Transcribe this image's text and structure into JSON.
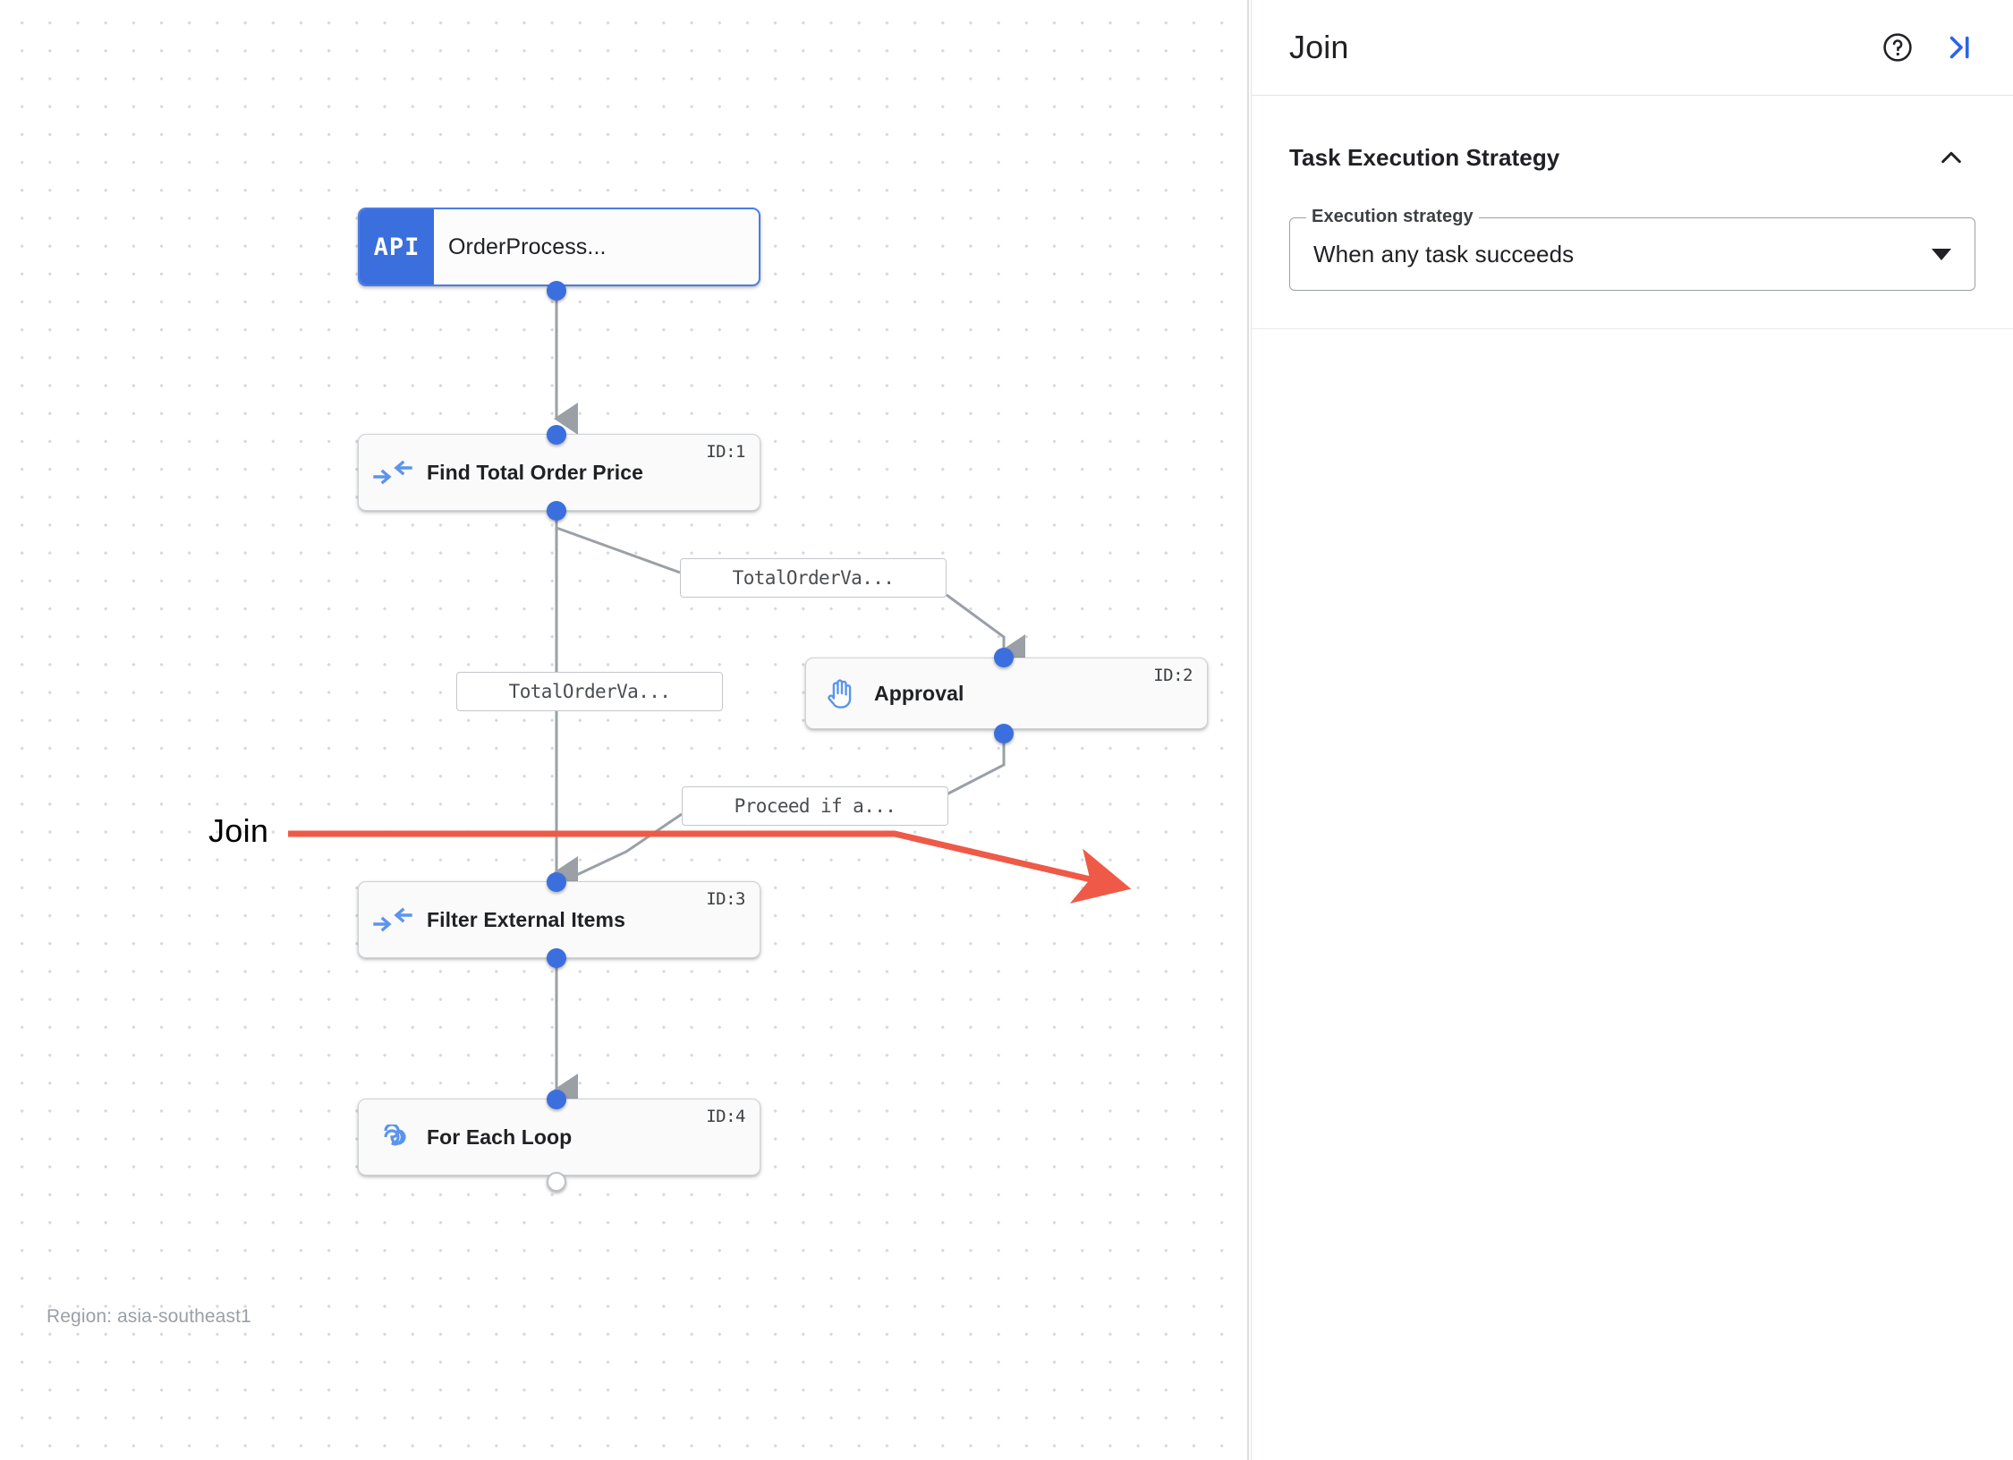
{
  "canvas": {
    "region_label": "Region: asia-southeast1",
    "annotation": {
      "label": "Join",
      "color": "#ee5a47"
    },
    "nodes": [
      {
        "key": "trigger",
        "type": "api-trigger",
        "badge": "API",
        "label": "OrderProcess...",
        "id": ""
      },
      {
        "key": "find_total",
        "type": "join",
        "icon": "merge-arrows-icon",
        "label": "Find Total Order Price",
        "id": "ID:1"
      },
      {
        "key": "approval",
        "type": "approval",
        "icon": "hand-icon",
        "label": "Approval",
        "id": "ID:2"
      },
      {
        "key": "filter",
        "type": "join",
        "icon": "merge-arrows-icon",
        "label": "Filter External Items",
        "id": "ID:3"
      },
      {
        "key": "loop",
        "type": "loop",
        "icon": "infinity-icon",
        "label": "For Each Loop",
        "id": "ID:4"
      }
    ],
    "edge_labels": [
      {
        "key": "e1",
        "text": "TotalOrderVa..."
      },
      {
        "key": "e2",
        "text": "TotalOrderVa..."
      },
      {
        "key": "e3",
        "text": "Proceed if a..."
      }
    ]
  },
  "panel": {
    "title": "Join",
    "help_icon": "help-circle-icon",
    "collapse_icon": "collapse-panel-right-icon",
    "section": {
      "title": "Task Execution Strategy",
      "collapse_icon": "chevron-up-icon",
      "field": {
        "legend": "Execution strategy",
        "value": "When any task succeeds",
        "caret_icon": "chevron-down-icon"
      }
    }
  }
}
